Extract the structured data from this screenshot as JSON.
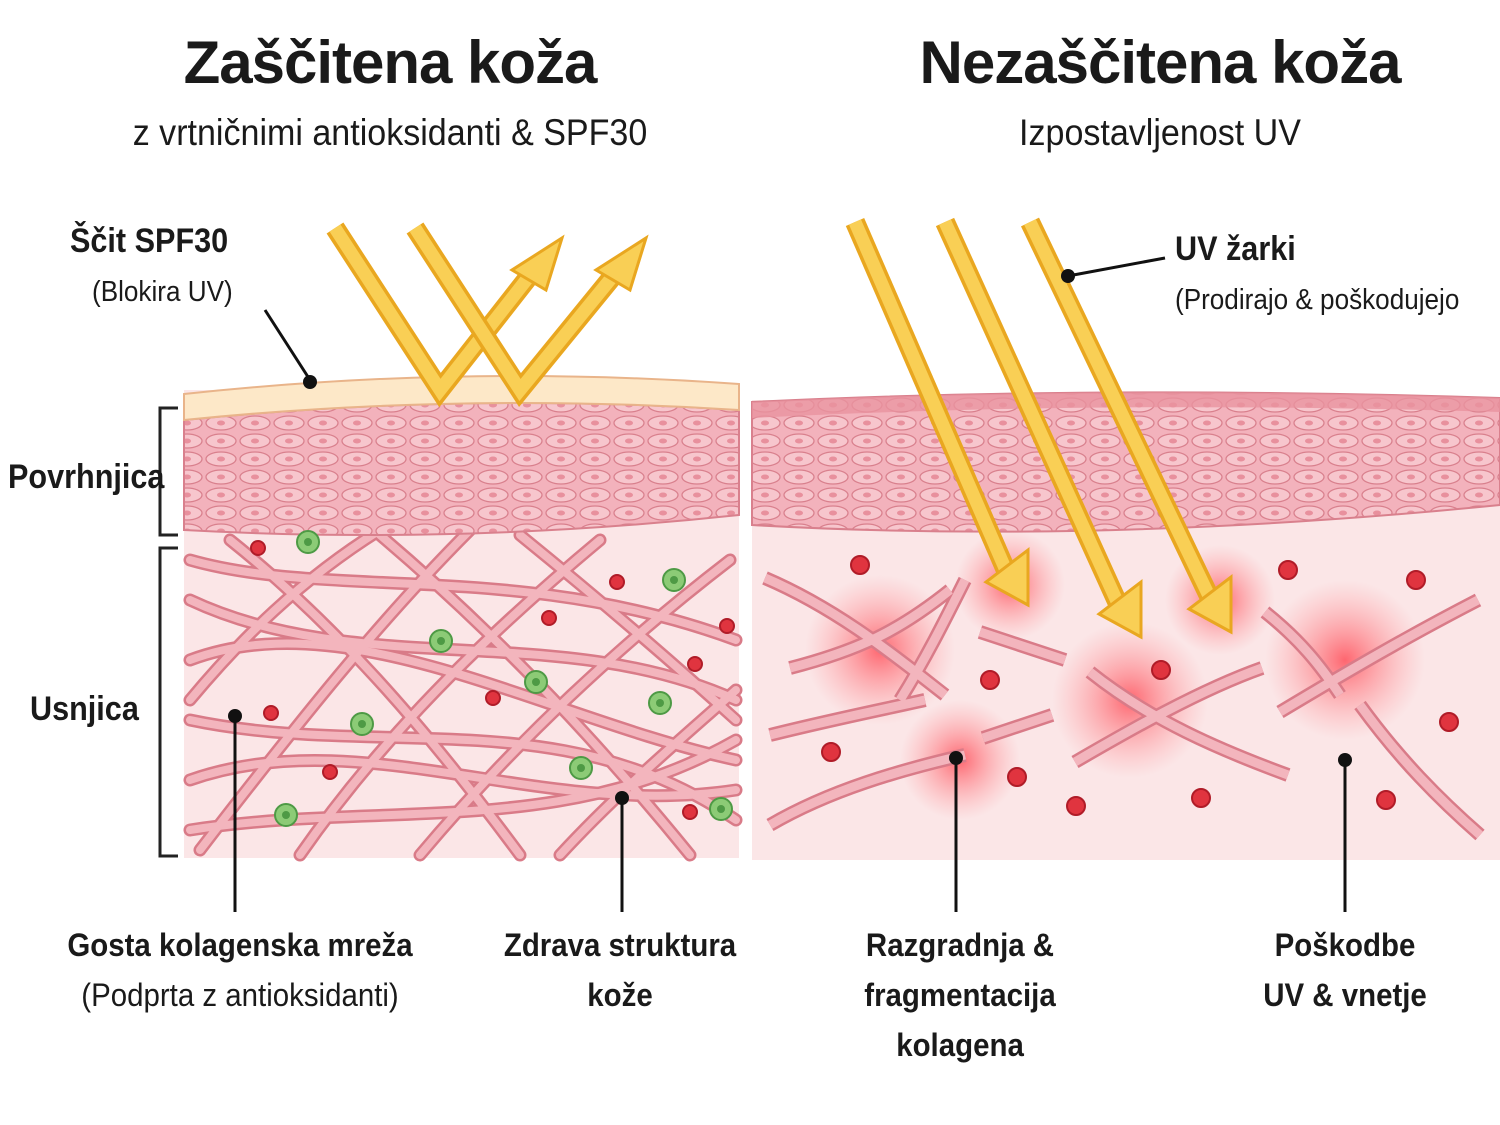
{
  "left": {
    "title": "Zaščitena koža",
    "subtitle": "z vrtničnimi antioksidanti & SPF30",
    "shield_label": "Ščit SPF30",
    "shield_sub": "(Blokira UV)",
    "layer_top": "Povrhnjica",
    "layer_bottom": "Usnjica",
    "caption1_title": "Gosta kolagenska mreža",
    "caption1_sub": "(Podprta z antioksidanti)",
    "caption2_line1": "Zdrava struktura",
    "caption2_line2": "kože"
  },
  "right": {
    "title": "Nezaščitena koža",
    "subtitle": "Izpostavljenost UV",
    "uv_label": "UV žarki",
    "uv_sub": "(Prodirajo & poškodujejo",
    "caption1_line1": "Razgradnja &",
    "caption1_line2": "fragmentacija",
    "caption1_line3": "kolagena",
    "caption2_line1": "Poškodbe",
    "caption2_line2": "UV & vnetje"
  },
  "colors": {
    "uv_ray": "#f7c23e",
    "collagen": "#e98f9a",
    "epidermis": "#f2a9b4",
    "dermis": "#fbe3e4",
    "spf_layer": "#fde8c8",
    "inflammation": "#ff4d55",
    "antioxidant": "#7dbf6a",
    "free_radical": "#e0343f"
  },
  "icons": [
    "uv-ray-arrow",
    "free-radical-icon",
    "antioxidant-cell-icon",
    "inflammation-spot"
  ]
}
